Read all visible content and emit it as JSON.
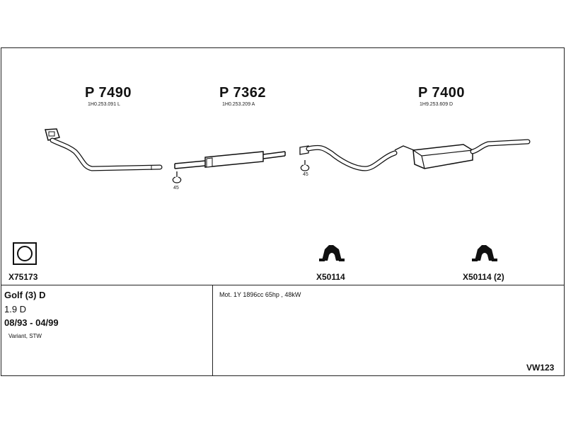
{
  "parts": [
    {
      "part_number": "P 7490",
      "oem_number": "1H0.253.091 L"
    },
    {
      "part_number": "P 7362",
      "oem_number": "1H0.253.209 A"
    },
    {
      "part_number": "P 7400",
      "oem_number": "1H9.253.609 D"
    }
  ],
  "clamps": [
    {
      "angle": "45"
    },
    {
      "angle": "45"
    }
  ],
  "accessories": [
    {
      "code": "X75173",
      "icon": "gasket-icon"
    },
    {
      "code": "X50114",
      "icon": "rubber-hanger-icon"
    },
    {
      "code": "X50114 (2)",
      "icon": "rubber-hanger-icon"
    }
  ],
  "vehicle": {
    "model": "Golf (3) D",
    "engine": "1.9 D",
    "years": "08/93 - 04/99",
    "variant": "Variant, STW"
  },
  "engine_description": "Mot. 1Y 1896cc 65hp , 48kW",
  "diagram_code": "VW123"
}
